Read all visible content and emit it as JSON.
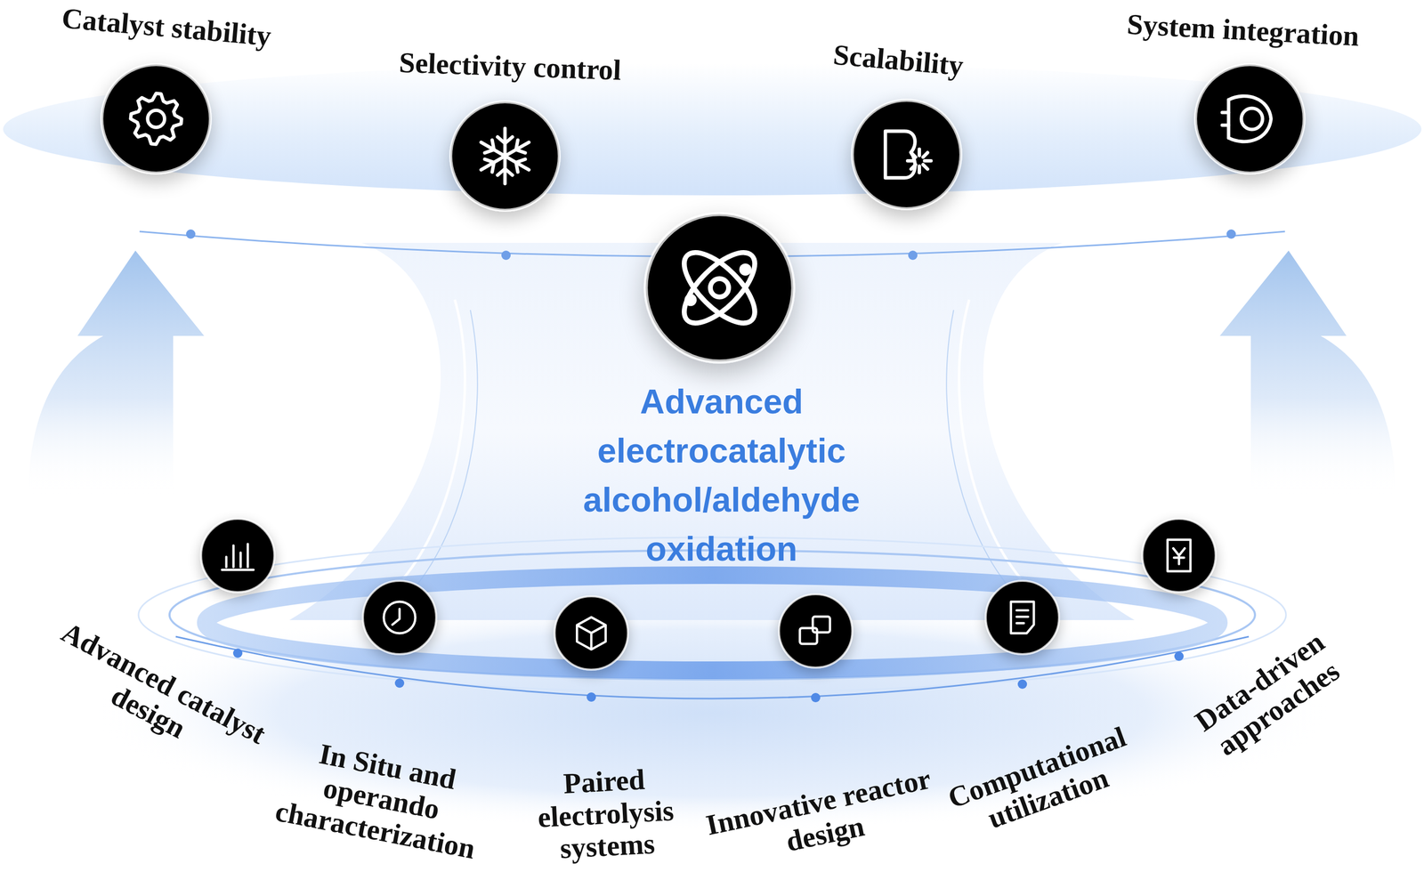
{
  "diagram": {
    "nodes": [
      {
        "text": [
          "Catalyst stability"
        ]
      },
      {
        "text": [
          "Selectivity control"
        ]
      },
      {
        "text": [
          "Scalability"
        ]
      },
      {
        "text": [
          "System integration"
        ]
      },
      {
        "text": [
          "Advanced electrocatalytic alcohol/aldehyde oxidation"
        ]
      },
      {
        "text": [
          "Advanced catalyst design"
        ]
      },
      {
        "text": [
          "In Situ and operando characterization"
        ]
      },
      {
        "text": [
          "Paired electrolysis systems"
        ]
      },
      {
        "text": [
          "Innovative reactor design"
        ]
      },
      {
        "text": [
          "Computational utilization"
        ]
      },
      {
        "text": [
          "Data-driven approaches"
        ]
      }
    ]
  }
}
